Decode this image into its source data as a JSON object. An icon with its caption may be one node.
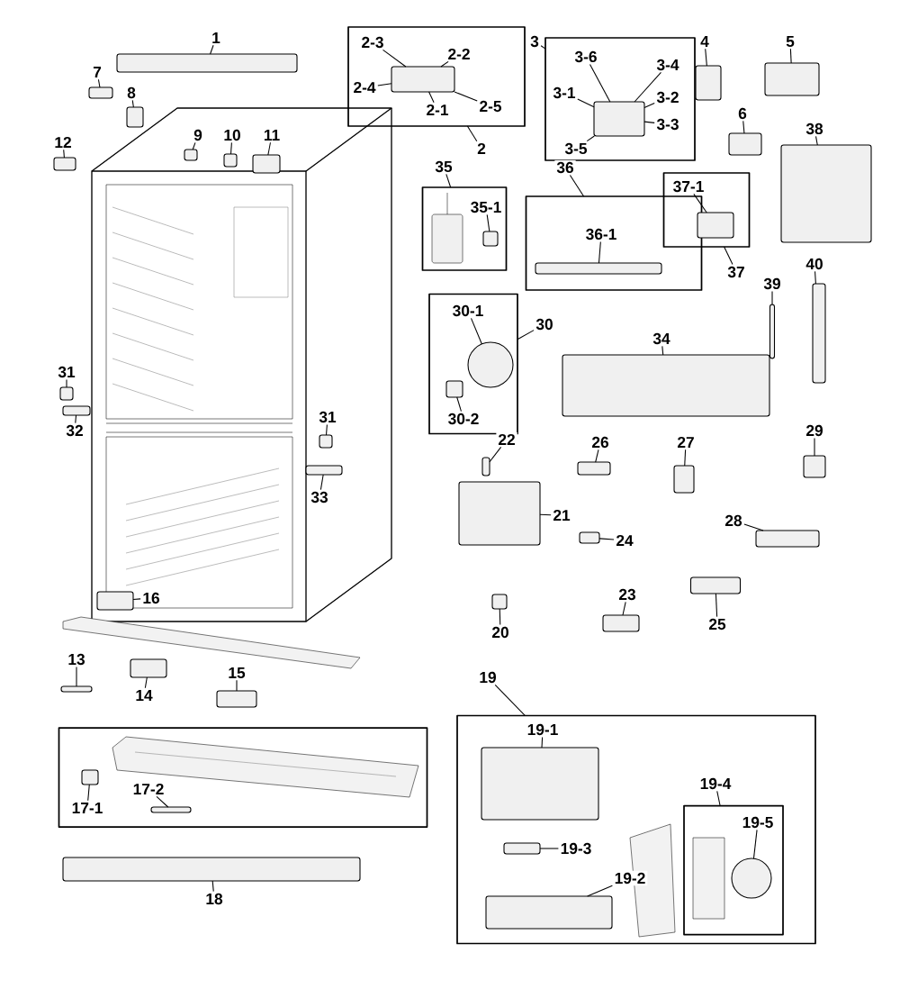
{
  "diagram": {
    "nodes": [
      {
        "text": [
          "1"
        ]
      },
      {
        "text": [],
        "shape": "box"
      },
      {
        "text": [
          "7"
        ]
      },
      {
        "text": [],
        "shape": "box"
      },
      {
        "text": [
          "8"
        ]
      },
      {
        "text": [],
        "shape": "box"
      },
      {
        "text": [
          "9"
        ]
      },
      {
        "text": [],
        "shape": "box"
      },
      {
        "text": [
          "10"
        ]
      },
      {
        "text": [],
        "shape": "box"
      },
      {
        "text": [
          "11"
        ]
      },
      {
        "text": [],
        "shape": "box"
      },
      {
        "text": [
          "12"
        ]
      },
      {
        "text": [],
        "shape": "box"
      },
      {
        "text": [],
        "shape": "box"
      },
      {
        "text": [
          "2-3"
        ],
        "in": 14
      },
      {
        "text": [
          "2-2"
        ],
        "in": 14
      },
      {
        "text": [
          "2-4"
        ],
        "in": 14
      },
      {
        "text": [
          "2-1"
        ],
        "in": 14
      },
      {
        "text": [
          "2-5"
        ],
        "in": 14
      },
      {
        "text": [],
        "shape": "box",
        "in": 14
      },
      {
        "text": [
          "2"
        ]
      },
      {
        "text": [],
        "shape": "box"
      },
      {
        "text": [
          "3-6"
        ],
        "in": 22
      },
      {
        "text": [
          "3-4"
        ],
        "in": 22
      },
      {
        "text": [
          "3-1"
        ],
        "in": 22
      },
      {
        "text": [
          "3-2"
        ],
        "in": 22
      },
      {
        "text": [
          "3-3"
        ],
        "in": 22
      },
      {
        "text": [
          "3-5"
        ],
        "in": 22
      },
      {
        "text": [],
        "shape": "box",
        "in": 22
      },
      {
        "text": [
          "3"
        ]
      },
      {
        "text": [
          "4"
        ]
      },
      {
        "text": [],
        "shape": "box"
      },
      {
        "text": [
          "5"
        ]
      },
      {
        "text": [],
        "shape": "box"
      },
      {
        "text": [
          "6"
        ]
      },
      {
        "text": [],
        "shape": "box"
      },
      {
        "text": [
          "38"
        ]
      },
      {
        "text": [],
        "shape": "box"
      },
      {
        "text": [],
        "shape": "box"
      },
      {
        "text": [
          "35-1"
        ],
        "in": 39
      },
      {
        "text": [],
        "shape": "box",
        "in": 39
      },
      {
        "text": [
          "35"
        ]
      },
      {
        "text": [],
        "shape": "box"
      },
      {
        "text": [
          "36-1"
        ],
        "in": 43
      },
      {
        "text": [],
        "shape": "box",
        "in": 43
      },
      {
        "text": [
          "36"
        ]
      },
      {
        "text": [],
        "shape": "box"
      },
      {
        "text": [
          "37-1"
        ],
        "in": 47
      },
      {
        "text": [],
        "shape": "box",
        "in": 47
      },
      {
        "text": [
          "37"
        ]
      },
      {
        "text": [
          "40"
        ]
      },
      {
        "text": [],
        "shape": "box"
      },
      {
        "text": [
          "39"
        ]
      },
      {
        "text": [],
        "shape": "box"
      },
      {
        "text": [],
        "shape": "box"
      },
      {
        "text": [
          "30-1"
        ],
        "in": 55
      },
      {
        "text": [
          "30-2"
        ],
        "in": 55
      },
      {
        "text": [],
        "shape": "circle",
        "in": 55
      },
      {
        "text": [],
        "shape": "box",
        "in": 55
      },
      {
        "text": [
          "30"
        ]
      },
      {
        "text": [
          "34"
        ]
      },
      {
        "text": [],
        "shape": "box"
      },
      {
        "text": [
          "31"
        ]
      },
      {
        "text": [],
        "shape": "box"
      },
      {
        "text": [
          "32"
        ]
      },
      {
        "text": [],
        "shape": "box"
      },
      {
        "text": [
          "31"
        ]
      },
      {
        "text": [],
        "shape": "box"
      },
      {
        "text": [
          "33"
        ]
      },
      {
        "text": [],
        "shape": "box"
      },
      {
        "text": [
          "22"
        ]
      },
      {
        "text": [],
        "shape": "box"
      },
      {
        "text": [
          "21"
        ]
      },
      {
        "text": [],
        "shape": "box"
      },
      {
        "text": [
          "20"
        ]
      },
      {
        "text": [],
        "shape": "box"
      },
      {
        "text": [
          "26"
        ]
      },
      {
        "text": [],
        "shape": "box"
      },
      {
        "text": [
          "27"
        ]
      },
      {
        "text": [],
        "shape": "box"
      },
      {
        "text": [
          "29"
        ]
      },
      {
        "text": [],
        "shape": "box"
      },
      {
        "text": [
          "28"
        ]
      },
      {
        "text": [],
        "shape": "box"
      },
      {
        "text": [
          "24"
        ]
      },
      {
        "text": [],
        "shape": "box"
      },
      {
        "text": [
          "23"
        ]
      },
      {
        "text": [],
        "shape": "box"
      },
      {
        "text": [
          "25"
        ]
      },
      {
        "text": [],
        "shape": "box"
      },
      {
        "text": [
          "16"
        ]
      },
      {
        "text": [],
        "shape": "box"
      },
      {
        "text": [
          "13"
        ]
      },
      {
        "text": [],
        "shape": "box"
      },
      {
        "text": [
          "14"
        ]
      },
      {
        "text": [],
        "shape": "box"
      },
      {
        "text": [
          "15"
        ]
      },
      {
        "text": [],
        "shape": "box"
      },
      {
        "text": [],
        "shape": "box"
      },
      {
        "text": [
          "17-1"
        ],
        "in": 99
      },
      {
        "text": [
          "17-2"
        ],
        "in": 99
      },
      {
        "text": [],
        "shape": "box",
        "in": 99
      },
      {
        "text": [],
        "shape": "box",
        "in": 99
      },
      {
        "text": [
          "18"
        ]
      },
      {
        "text": [],
        "shape": "box"
      },
      {
        "text": [],
        "shape": "box"
      },
      {
        "text": [
          "19"
        ]
      },
      {
        "text": [
          "19-1"
        ],
        "in": 106
      },
      {
        "text": [],
        "shape": "box",
        "in": 106
      },
      {
        "text": [
          "19-3"
        ],
        "in": 106
      },
      {
        "text": [],
        "shape": "box",
        "in": 106
      },
      {
        "text": [
          "19-2"
        ],
        "in": 106
      },
      {
        "text": [],
        "shape": "box",
        "in": 106
      },
      {
        "text": [],
        "shape": "box",
        "in": 106
      },
      {
        "text": [
          "19-4"
        ],
        "in": 106
      },
      {
        "text": [
          "19-5"
        ],
        "in": 114
      },
      {
        "text": [],
        "shape": "circle",
        "in": 114
      }
    ],
    "edges": [
      {
        "from": 0,
        "to": 1,
        "arrow": "none"
      },
      {
        "from": 2,
        "to": 3,
        "arrow": "none"
      },
      {
        "from": 4,
        "to": 5,
        "arrow": "none"
      },
      {
        "from": 6,
        "to": 7,
        "arrow": "none"
      },
      {
        "from": 8,
        "to": 9,
        "arrow": "none"
      },
      {
        "from": 10,
        "to": 11,
        "arrow": "none"
      },
      {
        "from": 12,
        "to": 13,
        "arrow": "none"
      },
      {
        "from": 15,
        "to": 20,
        "arrow": "none"
      },
      {
        "from": 16,
        "to": 20,
        "arrow": "none"
      },
      {
        "from": 17,
        "to": 20,
        "arrow": "none"
      },
      {
        "from": 18,
        "to": 20,
        "arrow": "none"
      },
      {
        "from": 19,
        "to": 20,
        "arrow": "none"
      },
      {
        "from": 21,
        "to": 14,
        "arrow": "none"
      },
      {
        "from": 23,
        "to": 29,
        "arrow": "none"
      },
      {
        "from": 24,
        "to": 29,
        "arrow": "none"
      },
      {
        "from": 25,
        "to": 29,
        "arrow": "none"
      },
      {
        "from": 26,
        "to": 29,
        "arrow": "none"
      },
      {
        "from": 27,
        "to": 29,
        "arrow": "none"
      },
      {
        "from": 28,
        "to": 29,
        "arrow": "none"
      },
      {
        "from": 30,
        "to": 22,
        "arrow": "none"
      },
      {
        "from": 31,
        "to": 32,
        "arrow": "none"
      },
      {
        "from": 33,
        "to": 34,
        "arrow": "none"
      },
      {
        "from": 35,
        "to": 36,
        "arrow": "none"
      },
      {
        "from": 37,
        "to": 38,
        "arrow": "none"
      },
      {
        "from": 40,
        "to": 41,
        "arrow": "none"
      },
      {
        "from": 42,
        "to": 39,
        "arrow": "none"
      },
      {
        "from": 44,
        "to": 45,
        "arrow": "none"
      },
      {
        "from": 46,
        "to": 43,
        "arrow": "none"
      },
      {
        "from": 48,
        "to": 49,
        "arrow": "none"
      },
      {
        "from": 50,
        "to": 47,
        "arrow": "none"
      },
      {
        "from": 51,
        "to": 52,
        "arrow": "none"
      },
      {
        "from": 53,
        "to": 54,
        "arrow": "none"
      },
      {
        "from": 56,
        "to": 58,
        "arrow": "none"
      },
      {
        "from": 57,
        "to": 59,
        "arrow": "none"
      },
      {
        "from": 60,
        "to": 55,
        "arrow": "none"
      },
      {
        "from": 61,
        "to": 62,
        "arrow": "none"
      },
      {
        "from": 63,
        "to": 64,
        "arrow": "none"
      },
      {
        "from": 65,
        "to": 66,
        "arrow": "none"
      },
      {
        "from": 67,
        "to": 68,
        "arrow": "none"
      },
      {
        "from": 69,
        "to": 70,
        "arrow": "none"
      },
      {
        "from": 71,
        "to": 72,
        "arrow": "none"
      },
      {
        "from": 73,
        "to": 74,
        "arrow": "none"
      },
      {
        "from": 75,
        "to": 76,
        "arrow": "none"
      },
      {
        "from": 77,
        "to": 78,
        "arrow": "none"
      },
      {
        "from": 79,
        "to": 80,
        "arrow": "none"
      },
      {
        "from": 81,
        "to": 82,
        "arrow": "none"
      },
      {
        "from": 83,
        "to": 84,
        "arrow": "none"
      },
      {
        "from": 85,
        "to": 86,
        "arrow": "none"
      },
      {
        "from": 87,
        "to": 88,
        "arrow": "none"
      },
      {
        "from": 89,
        "to": 90,
        "arrow": "none"
      },
      {
        "from": 91,
        "to": 92,
        "arrow": "none"
      },
      {
        "from": 93,
        "to": 94,
        "arrow": "none"
      },
      {
        "from": 95,
        "to": 96,
        "arrow": "none"
      },
      {
        "from": 97,
        "to": 98,
        "arrow": "none"
      },
      {
        "from": 100,
        "to": 102,
        "arrow": "none"
      },
      {
        "from": 101,
        "to": 103,
        "arrow": "none"
      },
      {
        "from": 104,
        "to": 105,
        "arrow": "none"
      },
      {
        "from": 107,
        "to": 106,
        "arrow": "none"
      },
      {
        "from": 108,
        "to": 109,
        "arrow": "none"
      },
      {
        "from": 110,
        "to": 111,
        "arrow": "none"
      },
      {
        "from": 112,
        "to": 113,
        "arrow": "none"
      },
      {
        "from": 115,
        "to": 114,
        "arrow": "none"
      },
      {
        "from": 116,
        "to": 117,
        "arrow": "none"
      }
    ]
  }
}
